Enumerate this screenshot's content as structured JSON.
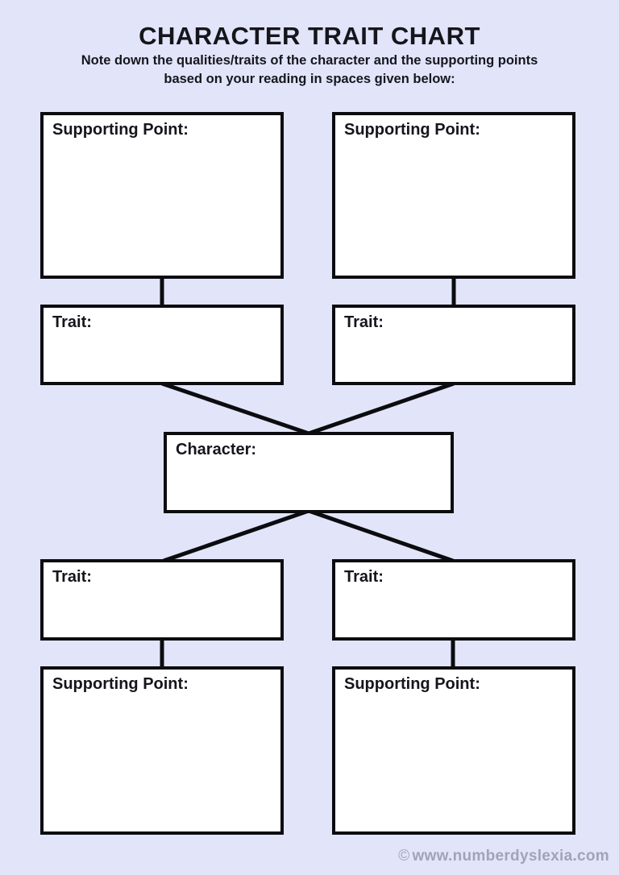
{
  "page": {
    "background_color": "#e2e5fa",
    "box_fill_color": "#ffffff",
    "line_color": "#0c0c10"
  },
  "header": {
    "title": "CHARACTER TRAIT CHART",
    "subtitle_line1": "Note down the qualities/traits of the character and the supporting points",
    "subtitle_line2": "based on your reading in spaces given below:"
  },
  "diagram": {
    "boxes": [
      {
        "id": "supporting-point-top-left",
        "label": "Supporting Point:",
        "value": ""
      },
      {
        "id": "supporting-point-top-right",
        "label": "Supporting Point:",
        "value": ""
      },
      {
        "id": "trait-top-left",
        "label": "Trait:",
        "value": ""
      },
      {
        "id": "trait-top-right",
        "label": "Trait:",
        "value": ""
      },
      {
        "id": "character",
        "label": "Character:",
        "value": ""
      },
      {
        "id": "trait-bottom-left",
        "label": "Trait:",
        "value": ""
      },
      {
        "id": "trait-bottom-right",
        "label": "Trait:",
        "value": ""
      },
      {
        "id": "supporting-point-bottom-left",
        "label": "Supporting Point:",
        "value": ""
      },
      {
        "id": "supporting-point-bottom-right",
        "label": "Supporting Point:",
        "value": ""
      }
    ]
  },
  "watermark": {
    "symbol": "©",
    "text": "www.numberdyslexia.com",
    "color": "#a1a4b6"
  }
}
